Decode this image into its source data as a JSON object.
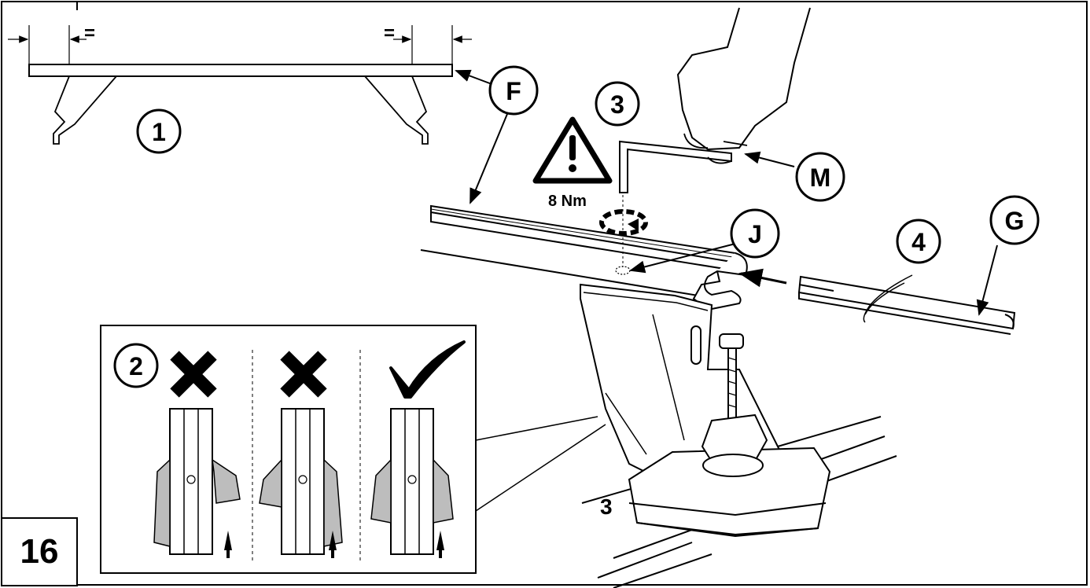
{
  "step_number": "16",
  "callouts": {
    "one": "1",
    "two": "2",
    "three_top": "3",
    "three_bottom": "3",
    "four": "4",
    "F": "F",
    "J": "J",
    "M": "M",
    "G": "G"
  },
  "torque_label": "8 Nm",
  "equal_marks": [
    "=",
    "="
  ],
  "icons": {
    "warning": "warning-triangle-icon",
    "wrong": "cross-icon",
    "correct": "check-icon",
    "rotate": "rotation-arrow-icon"
  }
}
